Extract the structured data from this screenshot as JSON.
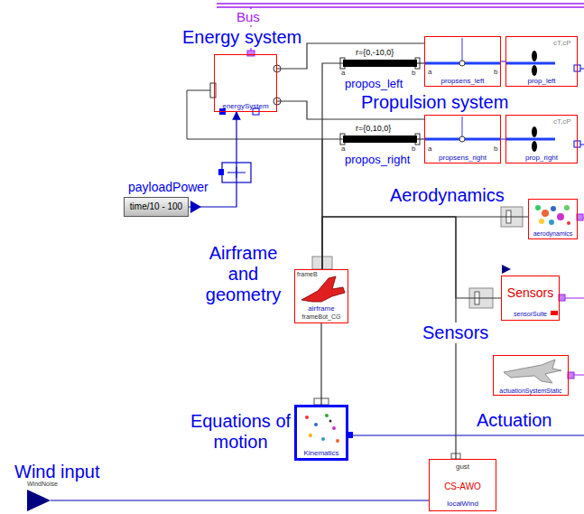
{
  "diagram": {
    "nodes": [
      {
        "text": [
          "Energy system",
          "energySystem"
        ]
      },
      {
        "text": [
          "payloadPower",
          "time/10 - 100"
        ]
      },
      {
        "text": [
          "r={0,-10,0}",
          "a",
          "b",
          "propos_left"
        ]
      },
      {
        "text": [
          "r={0,10,0}",
          "a",
          "b",
          "propos_right"
        ]
      },
      {
        "text": [
          "a",
          "b",
          "propsens_left"
        ]
      },
      {
        "text": [
          "cT,cP",
          "prop_left"
        ]
      },
      {
        "text": [
          "a",
          "b",
          "propsens_right"
        ]
      },
      {
        "text": [
          "cT,cP",
          "prop_right"
        ]
      },
      {
        "text": [
          "Aerodynamics",
          "aerodynamics"
        ]
      },
      {
        "text": [
          "Airframe and geometry",
          "frameB",
          "airframe",
          "frameBot_CG"
        ]
      },
      {
        "text": [
          "Sensors",
          "sensorSuite",
          "Sensors"
        ]
      },
      {
        "text": [
          "Actuation",
          "actuationSystemStatic"
        ]
      },
      {
        "text": [
          "Equations of motion",
          "Kinematics"
        ]
      },
      {
        "text": [
          "gust",
          "CS-AWO",
          "localWind"
        ]
      },
      {
        "text": [
          "Wind input",
          "WindNoise"
        ]
      }
    ],
    "edges": [
      {
        "from": 0,
        "to": 4,
        "arrow": "none"
      },
      {
        "from": 0,
        "to": 6,
        "arrow": "none"
      },
      {
        "from": 2,
        "to": 4,
        "arrow": "none"
      },
      {
        "from": 3,
        "to": 6,
        "arrow": "none"
      },
      {
        "from": 4,
        "to": 5,
        "arrow": "none"
      },
      {
        "from": 6,
        "to": 7,
        "arrow": "none"
      },
      {
        "from": 9,
        "to": 2,
        "arrow": "none"
      },
      {
        "from": 9,
        "to": 3,
        "arrow": "none"
      },
      {
        "from": 9,
        "to": 8,
        "arrow": "none"
      },
      {
        "from": 9,
        "to": 10,
        "arrow": "none"
      },
      {
        "from": 9,
        "to": 12,
        "arrow": "none"
      },
      {
        "from": 9,
        "to": 13,
        "arrow": "none"
      },
      {
        "from": 14,
        "to": 13,
        "arrow": "none"
      },
      {
        "from": 1,
        "to": 0,
        "arrow": "to"
      }
    ],
    "labels": [
      "Bus",
      "Propulsion system"
    ]
  }
}
